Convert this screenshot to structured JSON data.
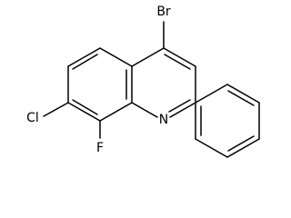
{
  "atoms": [
    {
      "label": "Br"
    },
    {
      "label": "Cl"
    },
    {
      "label": "F"
    },
    {
      "label": "N"
    }
  ]
}
